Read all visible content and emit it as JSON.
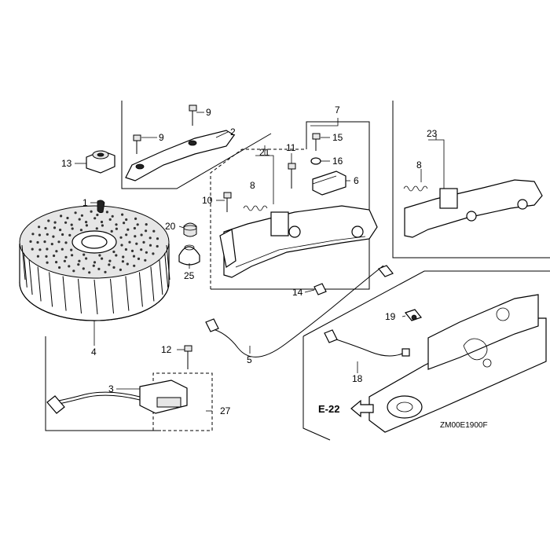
{
  "callouts": {
    "c1": "1",
    "c2": "2",
    "c3": "3",
    "c4": "4",
    "c5": "5",
    "c6": "6",
    "c7": "7",
    "c8a": "8",
    "c8b": "8",
    "c9a": "9",
    "c9b": "9",
    "c10": "10",
    "c11": "11",
    "c12": "12",
    "c13": "13",
    "c14": "14",
    "c15": "15",
    "c16": "16",
    "c18": "18",
    "c19": "19",
    "c20": "20",
    "c21": "21",
    "c23": "23",
    "c25": "25",
    "c27": "27"
  },
  "reference": {
    "label": "E-22"
  },
  "figure_code": "ZM00E1900F"
}
